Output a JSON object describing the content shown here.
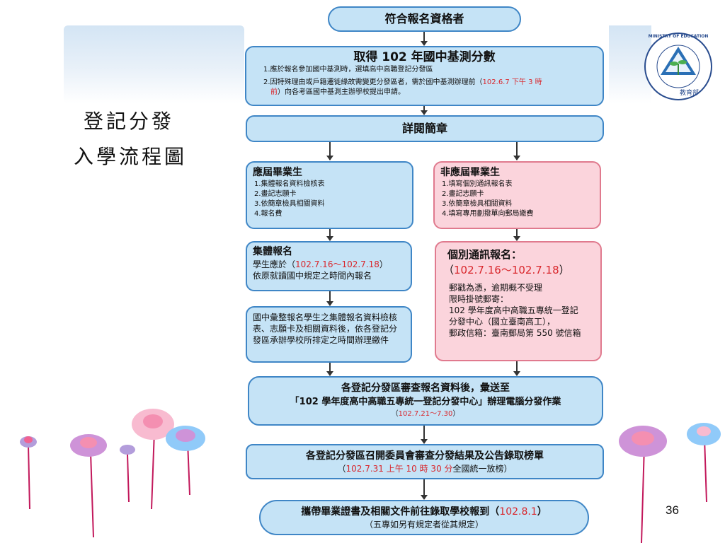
{
  "side_title": {
    "line1": "登記分發",
    "line2": "入學流程圖"
  },
  "page_number": "36",
  "logo": {
    "text_ring": "MINISTRY OF EDUCATION",
    "text_cn": "教育部"
  },
  "eligible": {
    "label": "符合報名資格者"
  },
  "score": {
    "title": "取得 102 年國中基測分數",
    "line1": "1.應於報名參加國中基測時，選填高中高職登記分發區",
    "line2a": "2.因特殊理由或戶籍遷徙緣故需變更分發區者，需於國中基測辦理前（",
    "line2b": "102.6.7 下午 3 時",
    "line2c": "前",
    "line2d": "）向各考區國中基測主辦學校提出申請。"
  },
  "rules": {
    "label": "詳閱簡章"
  },
  "current": {
    "title": "應屆畢業生",
    "items": [
      "1.集體報名資料檢核表",
      "2.畫記志願卡",
      "3.依簡章檢具相關資料",
      "4.報名費"
    ]
  },
  "noncurrent": {
    "title": "非應屆畢業生",
    "items": [
      "1.填寫個別通訊報名表",
      "2.畫記志願卡",
      "3.依簡章檢具相關資料",
      "4.填寫專用劃撥單向郵局繳費"
    ]
  },
  "group": {
    "title": "集體報名",
    "line1a": "學生應於（",
    "line1b": "102.7.16～102.7.18",
    "line1c": "）",
    "line2": "依原就讀國中規定之時間內報名"
  },
  "group_detail": {
    "text": "國中彙整報名學生之集體報名資料檢核表、志願卡及相關資料後，依各登記分發區承辦學校所排定之時間辦理繳件"
  },
  "individual": {
    "title": "個別通訊報名：",
    "date_a": "（",
    "date_b": "102.7.16～102.7.18",
    "date_c": "）",
    "lines": [
      "郵戳為憑，逾期概不受理",
      "限時掛號郵寄：",
      "102 學年度高中高職五專統一登記",
      "分發中心（國立臺南高工），",
      "郵政信箱：臺南郵局第 550 號信箱"
    ]
  },
  "review": {
    "line1": "各登記分發區審查報名資料後，彙送至",
    "line2": "「102 學年度高中高職五專統一登記分發中心」辦理電腦分發作業",
    "date_a": "（",
    "date_b": "102.7.21～7.30",
    "date_c": "）"
  },
  "result": {
    "line1": "各登記分發區召開委員會審查分發結果及公告錄取榜單",
    "date_a": "（",
    "date_b": "102.7.31 上午 10 時 30 分",
    "date_c": "全國統一放榜）"
  },
  "report": {
    "line1a": "攜帶畢業證書及相關文件前往錄取學校報到（",
    "line1b": "102.8.1",
    "line1c": "）",
    "line2": "（五專如另有規定者從其規定）"
  },
  "colors": {
    "box_blue": "#c5e3f6",
    "border_blue": "#3f86c6",
    "box_pink": "#fbd4dc",
    "border_pink": "#e07a8e",
    "accent_red": "#d9262b"
  }
}
